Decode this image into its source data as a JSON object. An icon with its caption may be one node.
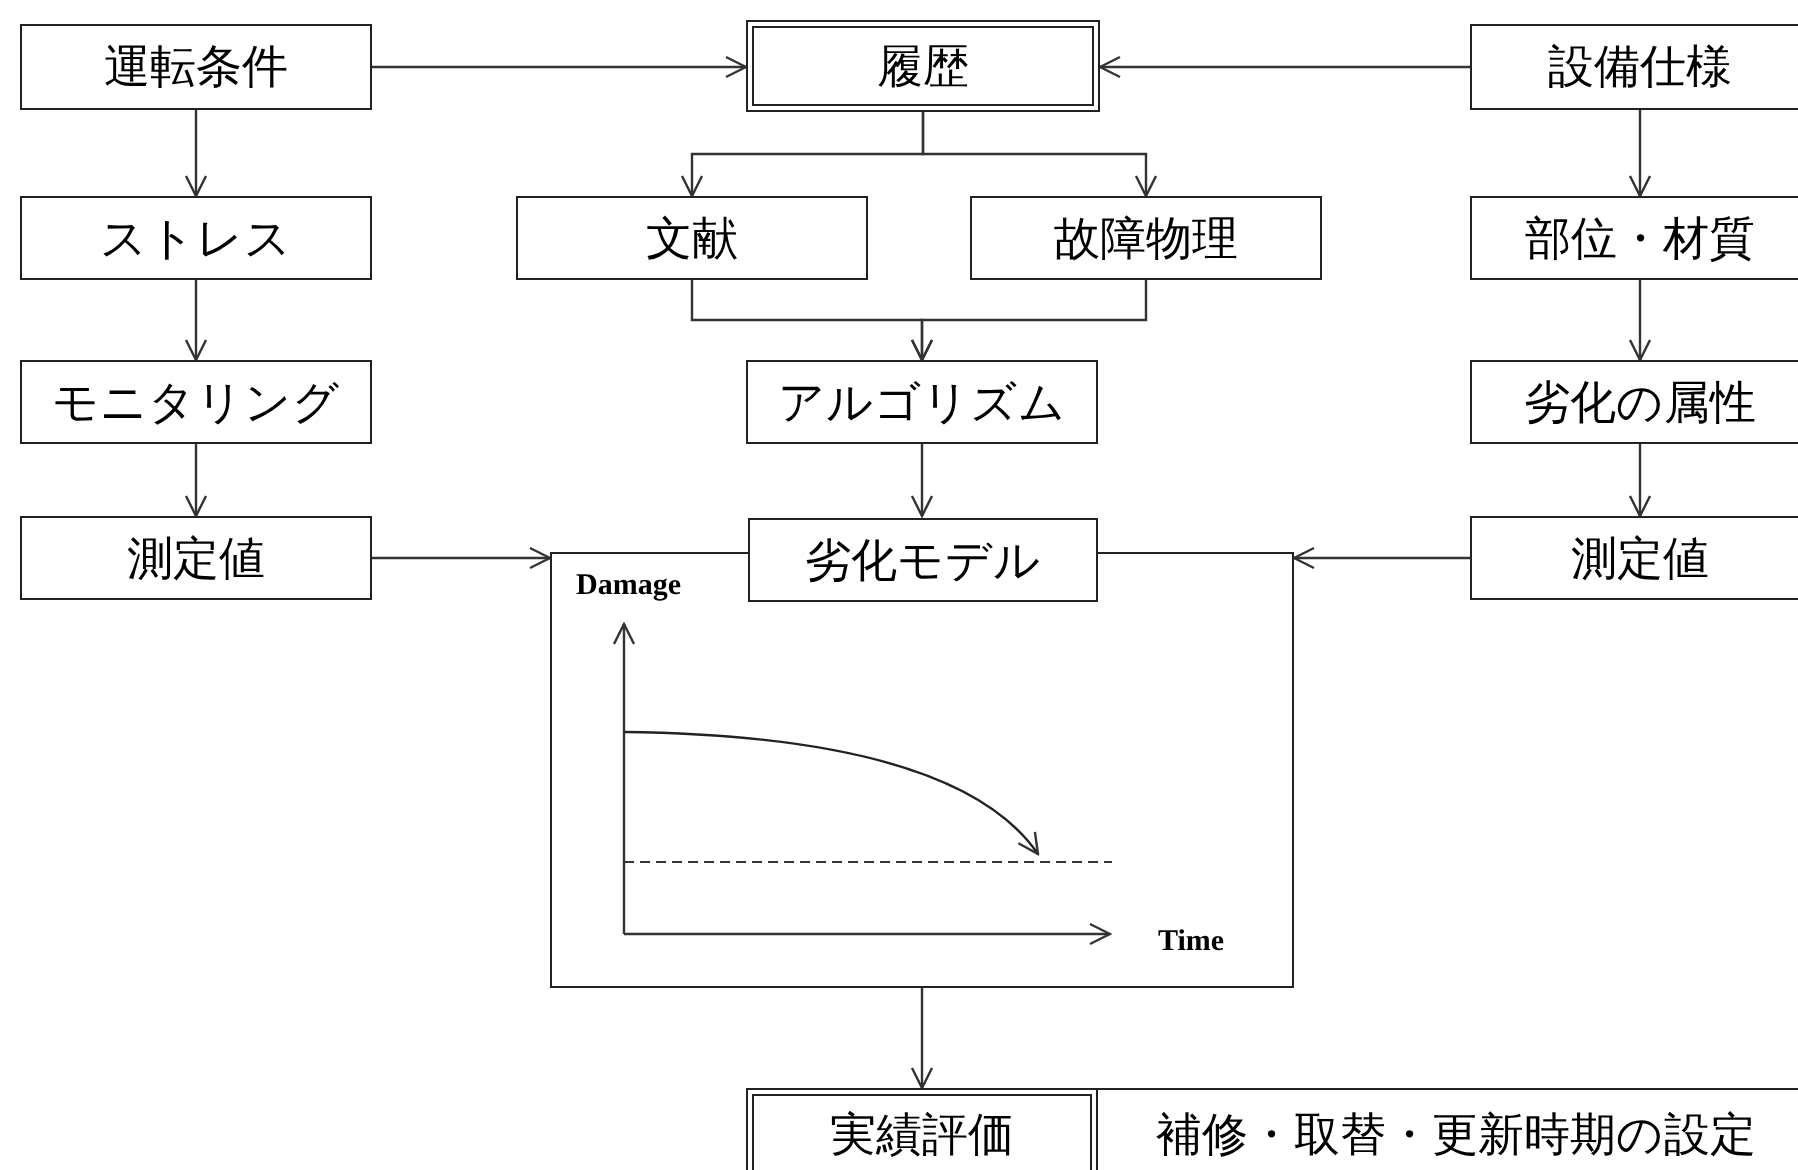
{
  "diagram": {
    "nodes": [
      {
        "text": [
          "運転条件"
        ]
      },
      {
        "text": [
          "履歴"
        ]
      },
      {
        "text": [
          "設備仕様"
        ]
      },
      {
        "text": [
          "ストレス"
        ]
      },
      {
        "text": [
          "文献"
        ]
      },
      {
        "text": [
          "故障物理"
        ]
      },
      {
        "text": [
          "部位・材質"
        ]
      },
      {
        "text": [
          "モニタリング"
        ]
      },
      {
        "text": [
          "アルゴリズム"
        ]
      },
      {
        "text": [
          "劣化の属性"
        ]
      },
      {
        "text": [
          "測定値"
        ]
      },
      {
        "text": [
          "劣化モデル"
        ]
      },
      {
        "text": [
          "測定値"
        ]
      },
      {
        "text": [
          "実績評価"
        ]
      },
      {
        "text": [
          "補修・取替・更新時期の設定"
        ]
      }
    ],
    "edges": [
      {
        "from": 0,
        "to": 1,
        "arrow": "to"
      },
      {
        "from": 2,
        "to": 1,
        "arrow": "to"
      },
      {
        "from": 0,
        "to": 3,
        "arrow": "to"
      },
      {
        "from": 3,
        "to": 7,
        "arrow": "to"
      },
      {
        "from": 7,
        "to": 10,
        "arrow": "to"
      },
      {
        "from": 1,
        "to": 4,
        "arrow": "to"
      },
      {
        "from": 1,
        "to": 5,
        "arrow": "to"
      },
      {
        "from": 4,
        "to": 8,
        "arrow": "to"
      },
      {
        "from": 5,
        "to": 8,
        "arrow": "to"
      },
      {
        "from": 8,
        "to": 11,
        "arrow": "to"
      },
      {
        "from": 2,
        "to": 6,
        "arrow": "to"
      },
      {
        "from": 6,
        "to": 9,
        "arrow": "to"
      },
      {
        "from": 9,
        "to": 12,
        "arrow": "to"
      },
      {
        "from": 10,
        "to": 11,
        "arrow": "to"
      },
      {
        "from": 12,
        "to": 11,
        "arrow": "to"
      },
      {
        "from": 11,
        "to": 13,
        "arrow": "to"
      }
    ],
    "labels": [
      "Damage",
      "Time"
    ]
  }
}
